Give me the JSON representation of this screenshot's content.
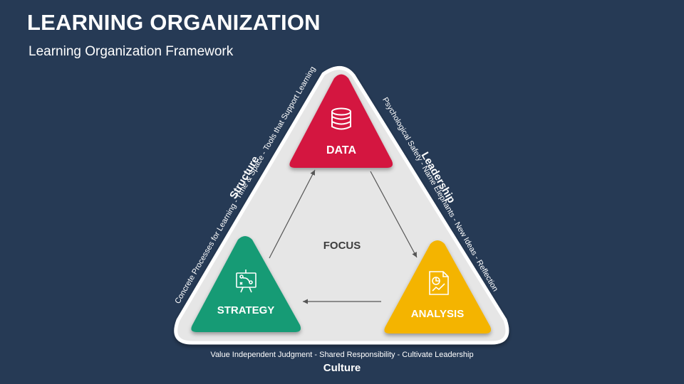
{
  "header": {
    "title": "LEARNING ORGANIZATION",
    "subtitle": "Learning Organization Framework"
  },
  "diagram": {
    "center_label": "FOCUS",
    "nodes": {
      "data": {
        "label": "DATA",
        "icon": "database-icon",
        "color": "#d4163f"
      },
      "analysis": {
        "label": "ANALYSIS",
        "icon": "report-chart-icon",
        "color": "#f4b400"
      },
      "strategy": {
        "label": "STRATEGY",
        "icon": "strategy-board-icon",
        "color": "#139b74"
      }
    },
    "sides": {
      "structure": {
        "title": "Structure",
        "description": "Concrete Processes for Learning - Time & Space - Tools that Support Learning"
      },
      "leadership": {
        "title": "Leadership",
        "description": "Psychological Safety - Name Elephants - New Ideas - Reflection"
      },
      "culture": {
        "title": "Culture",
        "description": "Value Independent Judgment - Shared Responsibility - Cultivate Leadership"
      }
    },
    "colors": {
      "background": "#263a55",
      "frame_fill": "#e6e6e6",
      "frame_border": "#ffffff",
      "arrow": "#555555"
    }
  }
}
